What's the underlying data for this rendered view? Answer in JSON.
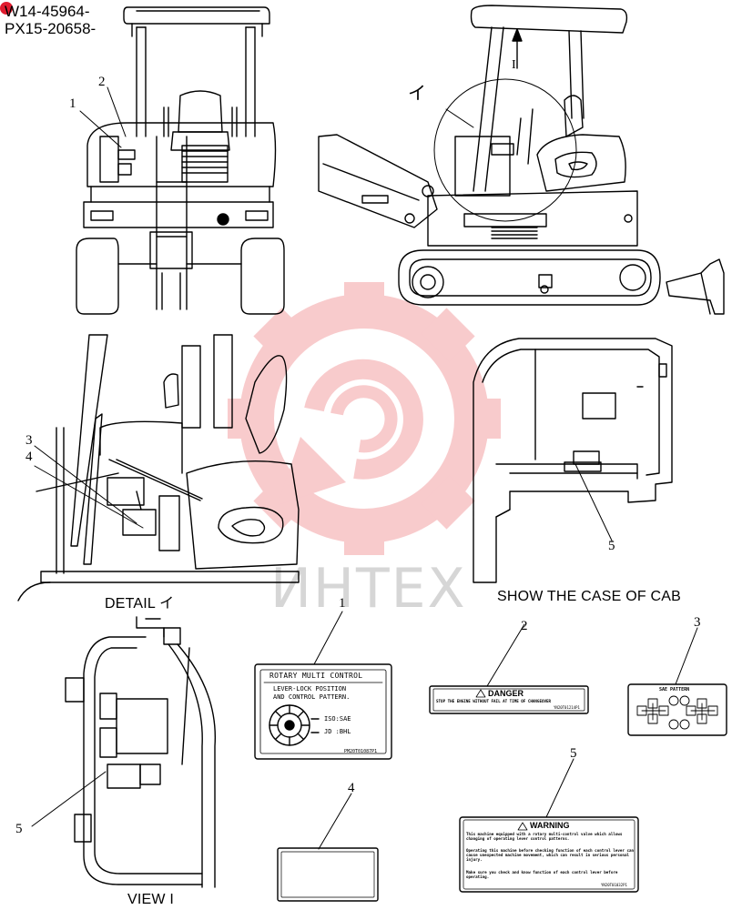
{
  "header": {
    "line1": "W14-45964-",
    "line2": "PX15-20658-"
  },
  "views": {
    "detail_caption": "DETAIL イ",
    "cab_caption": "SHOW THE CASE OF CAB",
    "view_caption": "VIEW I",
    "view_marker_letter": "I",
    "detail_marker_letter": "イ"
  },
  "callouts": {
    "front_1": "1",
    "front_2": "2",
    "detail_3": "3",
    "detail_4": "4",
    "cab_5": "5",
    "view_5": "5",
    "decal_1": "1",
    "decal_2": "2",
    "decal_3": "3",
    "decal_4": "4",
    "decal_5": "5"
  },
  "decals": {
    "rotary": {
      "title": "ROTARY MULTI CONTROL",
      "line1": "LEVER-LOCK POSITION",
      "line2": "AND CONTROL PATTERN.",
      "iso": "ISO:SAE",
      "jd": "JD :BHL",
      "part": "PM20T01087P1"
    },
    "danger": {
      "title": "DANGER",
      "text": "STOP THE ENGINE WITHOUT FAIL AT TIME OF CHANGEOVER",
      "part": "YN20T01214P1"
    },
    "sae": {
      "title": "SAE PATTERN"
    },
    "warning": {
      "title": "WARNING",
      "p1": "This machine equipped with a rotary multi-control valve which allows changing of operating lever control patterns.",
      "p2": "Operating this machine before checking function of each control lever can cause unexpected machine movement, which can result in serious personal injury.",
      "p3": "Make sure you check and know function of each control lever before operating.",
      "part": "YN20T01032P1"
    }
  },
  "watermark": {
    "text": "ИНТЕХ",
    "color": "#e8474c"
  }
}
